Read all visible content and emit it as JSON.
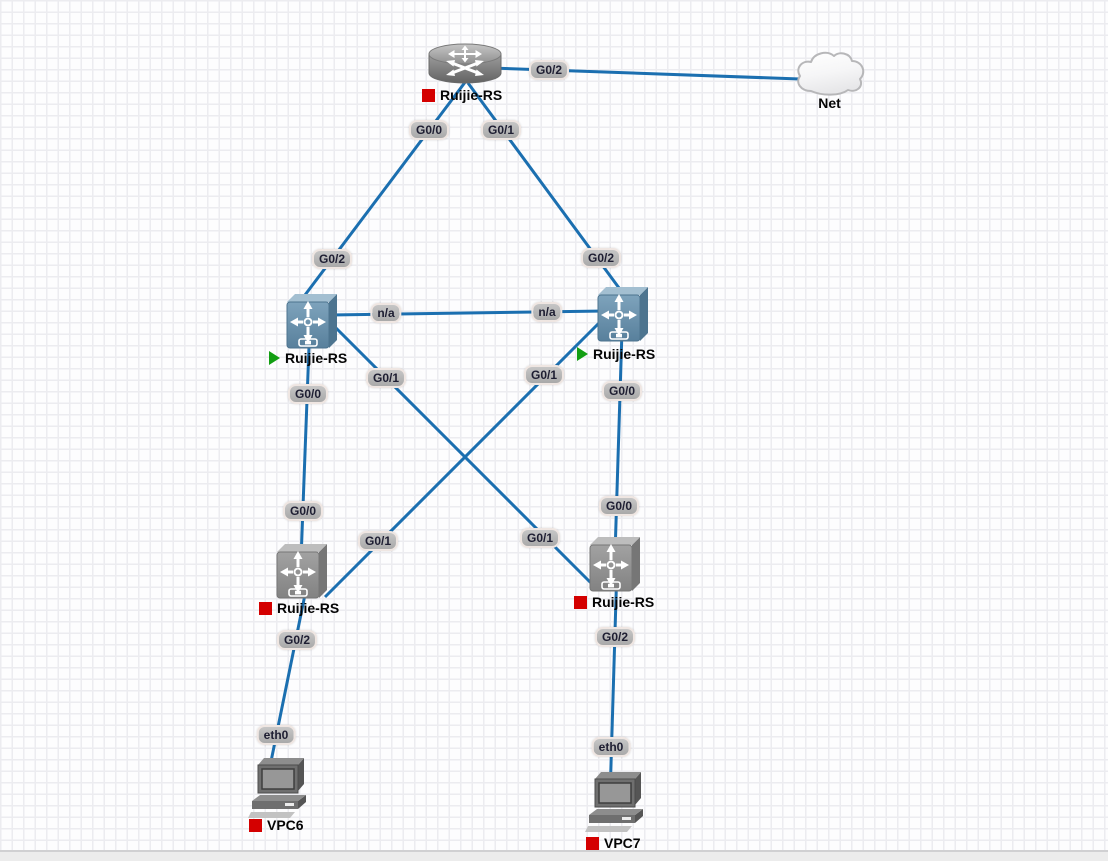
{
  "app": {
    "view": "network-topology-canvas"
  },
  "colors": {
    "link": "#1b6fb0",
    "status_running": "#129e12",
    "status_stopped": "#d40000",
    "interface_badge_bg": "#b8b8b8",
    "grid_line": "#ececf0"
  },
  "devices": [
    {
      "id": "router1",
      "name": "Ruijie-RS",
      "type": "router",
      "status": "stopped"
    },
    {
      "id": "net1",
      "name": "Net",
      "type": "cloud",
      "status": ""
    },
    {
      "id": "sw-left",
      "name": "Ruijie-RS",
      "type": "layer3-switch",
      "status": "running"
    },
    {
      "id": "sw-right",
      "name": "Ruijie-RS",
      "type": "layer3-switch",
      "status": "running"
    },
    {
      "id": "sw-bottom-left",
      "name": "Ruijie-RS",
      "type": "layer3-switch",
      "status": "stopped"
    },
    {
      "id": "sw-bottom-right",
      "name": "Ruijie-RS",
      "type": "layer3-switch",
      "status": "stopped"
    },
    {
      "id": "vpc6",
      "name": "VPC6",
      "type": "pc",
      "status": "stopped"
    },
    {
      "id": "vpc7",
      "name": "VPC7",
      "type": "pc",
      "status": "stopped"
    }
  ],
  "links": [
    {
      "a": "router1",
      "a_if": "G0/2",
      "b": "net1",
      "b_if": ""
    },
    {
      "a": "router1",
      "a_if": "G0/0",
      "b": "sw-left",
      "b_if": "G0/2"
    },
    {
      "a": "router1",
      "a_if": "G0/1",
      "b": "sw-right",
      "b_if": "G0/2"
    },
    {
      "a": "sw-left",
      "a_if": "n/a",
      "b": "sw-right",
      "b_if": "n/a"
    },
    {
      "a": "sw-left",
      "a_if": "G0/0",
      "b": "sw-bottom-left",
      "b_if": "G0/0"
    },
    {
      "a": "sw-right",
      "a_if": "G0/0",
      "b": "sw-bottom-right",
      "b_if": "G0/0"
    },
    {
      "a": "sw-left",
      "a_if": "G0/1",
      "b": "sw-bottom-right",
      "b_if": "G0/1"
    },
    {
      "a": "sw-right",
      "a_if": "G0/1",
      "b": "sw-bottom-left",
      "b_if": "G0/1"
    },
    {
      "a": "sw-bottom-left",
      "a_if": "G0/2",
      "b": "vpc6",
      "b_if": "eth0"
    },
    {
      "a": "sw-bottom-right",
      "a_if": "G0/2",
      "b": "vpc7",
      "b_if": "eth0"
    }
  ]
}
